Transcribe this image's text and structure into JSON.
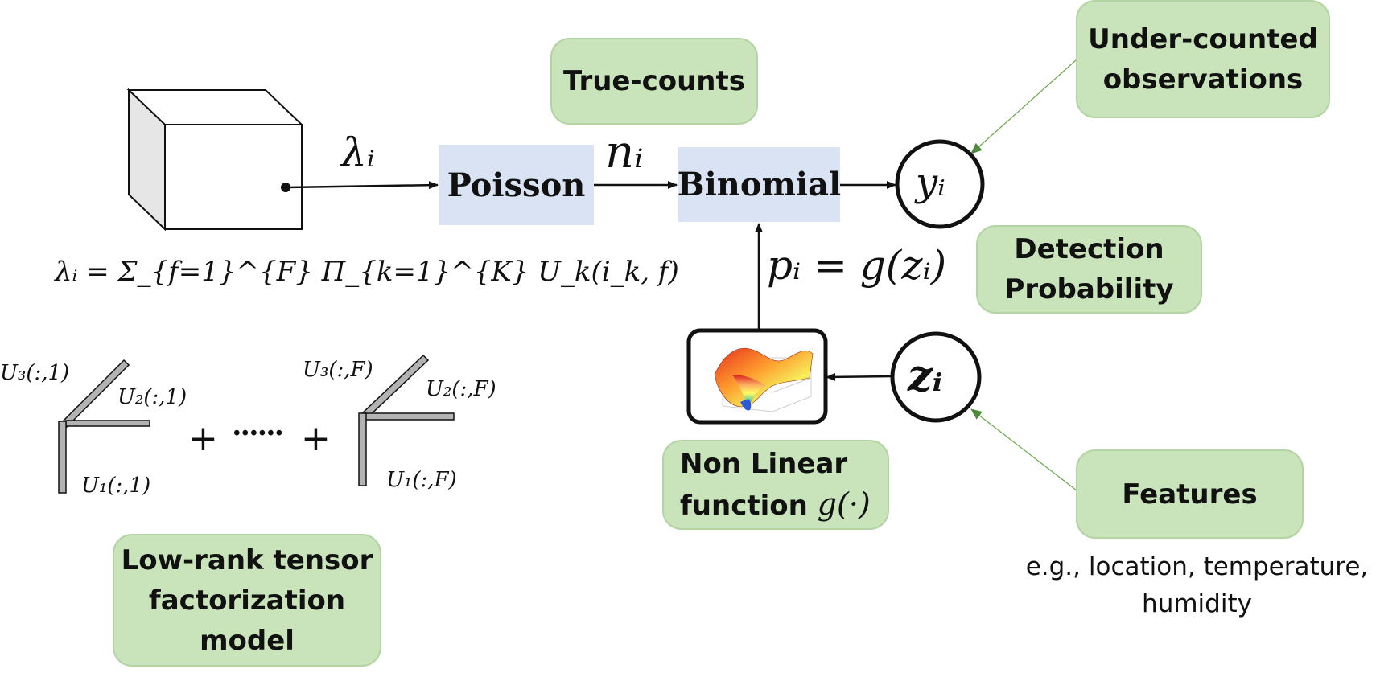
{
  "labels": {
    "true_counts": "True-counts",
    "under_counted_line1": "Under-counted",
    "under_counted_line2": "observations",
    "detection_line1": "Detection",
    "detection_line2": "Probability",
    "nonlinear_line1": "Non Linear",
    "nonlinear_line2": "function",
    "features": "Features",
    "features_examples_line1": "e.g., location, temperature,",
    "features_examples_line2": "humidity",
    "lowrank_line1": "Low-rank tensor",
    "lowrank_line2": "factorization",
    "lowrank_line3": "model"
  },
  "nodes": {
    "poisson": "Poisson",
    "binomial": "Binomial"
  },
  "math": {
    "lambda_edge": "λᵢ",
    "n_edge": "nᵢ",
    "y_node": "yᵢ",
    "z_node": "zᵢ",
    "p_eq": "pᵢ = g(zᵢ)",
    "g_func": "g(·)",
    "lambda_formula": "λᵢ = Σ_{f=1}^{F} Π_{k=1}^{K} U_k(i_k, f)",
    "u3_1": "U₃(:,1)",
    "u2_1": "U₂(:,1)",
    "u1_1": "U₁(:,1)",
    "u3_F": "U₃(:,F)",
    "u2_F": "U₂(:,F)",
    "u1_F": "U₁(:,F)",
    "plus": "+",
    "dots": "······"
  },
  "colors": {
    "green_fill": "#c9e3bb",
    "blue_fill": "#d9e3f3",
    "connector_green": "#6aa84f"
  },
  "icons": {
    "tensor": "3d-cube-icon",
    "surface": "3d-surface-plot-icon",
    "rank_one": "rank-one-tensor-icon"
  }
}
